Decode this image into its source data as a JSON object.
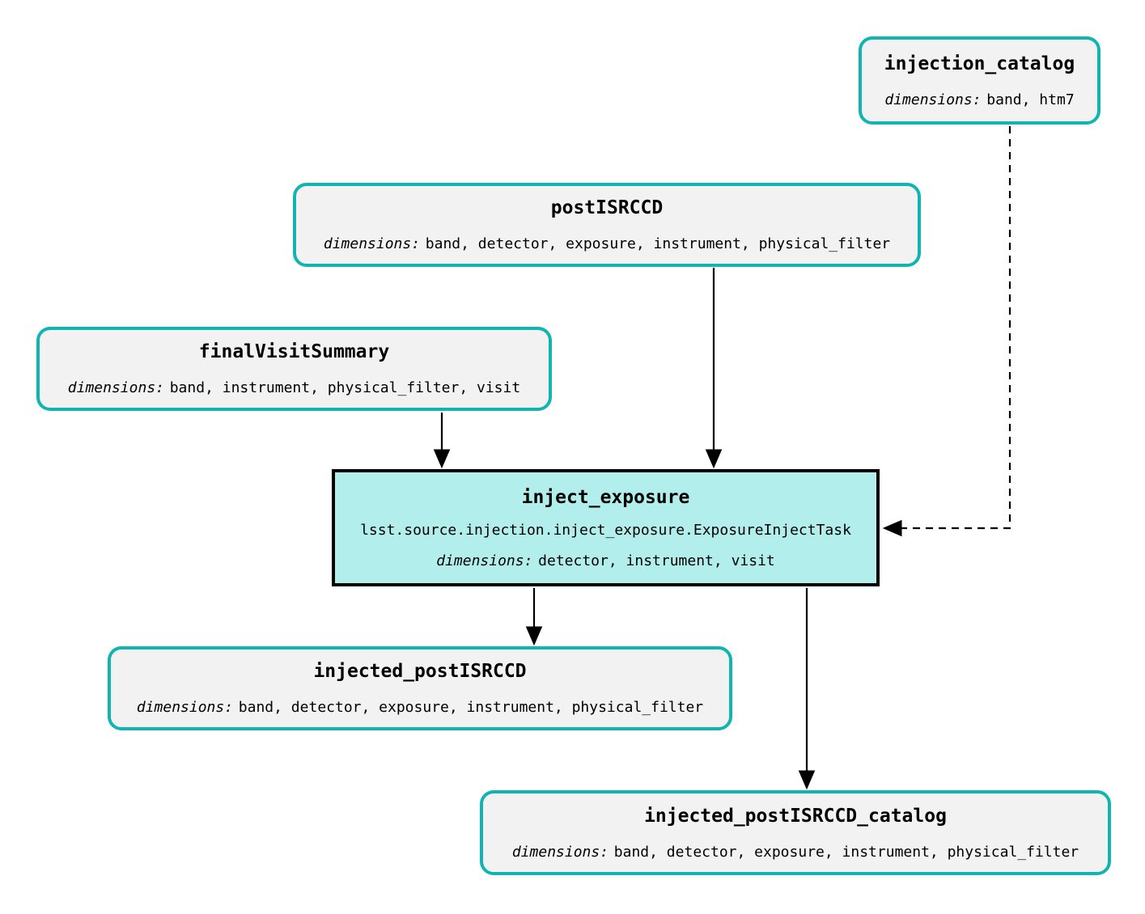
{
  "diagram": {
    "type": "pipeline-task-graph",
    "background": "#ffffff",
    "colors": {
      "dataset_border": "#10b5b2",
      "dataset_fill": "#f2f2f2",
      "task_border": "#000000",
      "task_fill": "#b2efec",
      "edge": "#000000",
      "text": "#000000"
    },
    "nodes": [
      {
        "id": "injection_catalog",
        "kind": "dataset",
        "title": "injection_catalog",
        "dimensions_label": "dimensions:",
        "dimensions": "band, htm7"
      },
      {
        "id": "postISRCCD",
        "kind": "dataset",
        "title": "postISRCCD",
        "dimensions_label": "dimensions:",
        "dimensions": "band, detector, exposure, instrument, physical_filter"
      },
      {
        "id": "finalVisitSummary",
        "kind": "dataset",
        "title": "finalVisitSummary",
        "dimensions_label": "dimensions:",
        "dimensions": "band, instrument, physical_filter, visit"
      },
      {
        "id": "inject_exposure",
        "kind": "task",
        "title": "inject_exposure",
        "task_class": "lsst.source.injection.inject_exposure.ExposureInjectTask",
        "dimensions_label": "dimensions:",
        "dimensions": "detector, instrument, visit"
      },
      {
        "id": "injected_postISRCCD",
        "kind": "dataset",
        "title": "injected_postISRCCD",
        "dimensions_label": "dimensions:",
        "dimensions": "band, detector, exposure, instrument, physical_filter"
      },
      {
        "id": "injected_postISRCCD_catalog",
        "kind": "dataset",
        "title": "injected_postISRCCD_catalog",
        "dimensions_label": "dimensions:",
        "dimensions": "band, detector, exposure, instrument, physical_filter"
      }
    ],
    "edges": [
      {
        "from": "postISRCCD",
        "to": "inject_exposure",
        "style": "solid"
      },
      {
        "from": "finalVisitSummary",
        "to": "inject_exposure",
        "style": "solid"
      },
      {
        "from": "injection_catalog",
        "to": "inject_exposure",
        "style": "dashed"
      },
      {
        "from": "inject_exposure",
        "to": "injected_postISRCCD",
        "style": "solid"
      },
      {
        "from": "inject_exposure",
        "to": "injected_postISRCCD_catalog",
        "style": "solid"
      }
    ]
  }
}
